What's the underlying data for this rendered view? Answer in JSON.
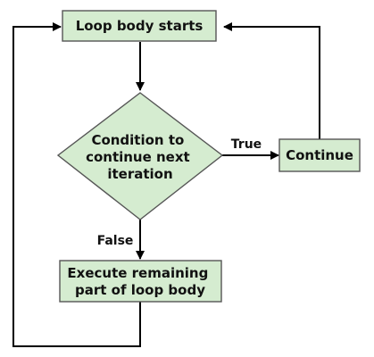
{
  "diagram": {
    "nodes": {
      "start": {
        "lines": [
          "Loop body starts"
        ]
      },
      "condition": {
        "lines": [
          "Condition to",
          "continue next",
          "iteration"
        ]
      },
      "continue": {
        "lines": [
          "Continue"
        ]
      },
      "execute": {
        "lines": [
          "Execute remaining",
          "part of loop body"
        ]
      }
    },
    "edges": {
      "true_label": "True",
      "false_label": "False"
    }
  },
  "colors": {
    "node_fill": "#d5ecd0",
    "node_stroke": "#565656",
    "edge": "#000000"
  }
}
